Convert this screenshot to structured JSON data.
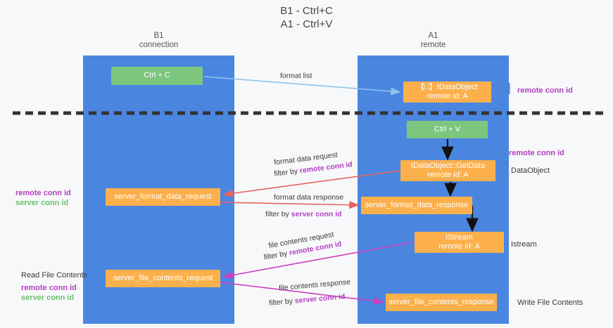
{
  "title": {
    "line1": "B1 - Ctrl+C",
    "line2": "A1 - Ctrl+V"
  },
  "columns": [
    {
      "id": "b1",
      "name": "B1",
      "role": "connection"
    },
    {
      "id": "a1",
      "name": "A1",
      "role": "remote"
    }
  ],
  "nodes": {
    "ctrl_c": {
      "label": "Ctrl + C",
      "color": "#7dc67f"
    },
    "data_object_top": {
      "line1": "【□】IDataObject",
      "line2": "remote id: A",
      "color": "#fbb04c"
    },
    "ctrl_v": {
      "label": "Ctrl + V",
      "color": "#7dc67f"
    },
    "get_data": {
      "line1": "IDataObject::GetData",
      "line2": "remote id: A",
      "color": "#fbb04c"
    },
    "server_format_data_request": {
      "label": "server_format_data_request",
      "color": "#fbb04c"
    },
    "server_format_data_response": {
      "label": "server_format_data_response",
      "color": "#fbb04c"
    },
    "istream": {
      "line1": "IStream",
      "line2": "remote id: A",
      "color": "#fbb04c"
    },
    "server_file_contents_request": {
      "label": "server_file_contents_request",
      "color": "#fbb04c"
    },
    "server_file_contents_response": {
      "label": "server_file_contents_response",
      "color": "#fbb04c"
    }
  },
  "edge_labels": {
    "format_list": "format list",
    "format_data_request": "format data request",
    "format_data_request_filter_prefix": "filter by ",
    "format_data_request_filter_key": "remote conn id",
    "format_data_response": "format data response",
    "format_data_response_filter_prefix": "filter by ",
    "format_data_response_filter_key": "server conn id",
    "file_contents_request": "file contents request",
    "file_contents_request_filter_prefix": "filter by ",
    "file_contents_request_filter_key": "remote conn id",
    "file_contents_response": "file contents response",
    "file_contents_response_filter_prefix": "filter by ",
    "file_contents_response_filter_key": "server conn id"
  },
  "side_labels": {
    "remote_conn_id_top": "remote conn id",
    "remote_conn_id_mid": "remote conn id",
    "data_object": "DataObject",
    "istream": "Istream",
    "write_file_contents": "Write File Contents",
    "read_file_contents": "Read File Contents",
    "left_mid_remote": "remote conn id",
    "left_mid_server": "server conn id",
    "left_bot_remote": "remote conn id",
    "left_bot_server": "server conn id"
  },
  "colors": {
    "column_blue": "#4a86e0",
    "node_green": "#7dc67f",
    "node_orange": "#fbb04c",
    "accent_purple": "#b13fc4",
    "accent_green": "#6cbf6e",
    "arrow_light_blue": "#8fc3ea",
    "arrow_red": "#e8635f",
    "arrow_magenta": "#cc3fbf",
    "arrow_black": "#111111",
    "divider_dashed": "#333333",
    "page_background": "#f7f8f9"
  }
}
